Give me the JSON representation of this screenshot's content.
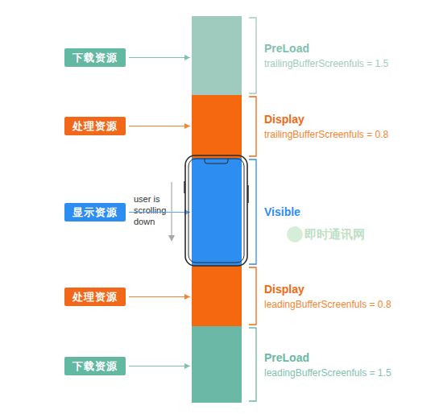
{
  "diagram": {
    "nodes": [
      {
        "text": [
          "下载资源"
        ]
      },
      {
        "text": [
          "PreLoad",
          "trailingBufferScreenfuls = 1.5"
        ]
      },
      {
        "text": [
          "处理资源"
        ]
      },
      {
        "text": [
          "Display",
          "trailingBufferScreenfuls = 0.8"
        ]
      },
      {
        "text": [
          "显示资源"
        ]
      },
      {
        "text": [
          "Visible"
        ]
      },
      {
        "text": [
          "处理资源"
        ]
      },
      {
        "text": [
          "Display",
          "leadingBufferScreenfuls = 0.8"
        ]
      },
      {
        "text": [
          "下载资源"
        ]
      },
      {
        "text": [
          "PreLoad",
          "leadingBufferScreenfuls = 1.5"
        ]
      }
    ],
    "edges": [
      {
        "from": 0,
        "to": 1,
        "arrow": "to"
      },
      {
        "from": 2,
        "to": 3,
        "arrow": "to"
      },
      {
        "from": 4,
        "to": 5,
        "arrow": "to"
      },
      {
        "from": 6,
        "to": 7,
        "arrow": "to"
      },
      {
        "from": 8,
        "to": 9,
        "arrow": "to"
      }
    ],
    "labels": [
      "user is scrolling down",
      "即时通讯网"
    ]
  }
}
